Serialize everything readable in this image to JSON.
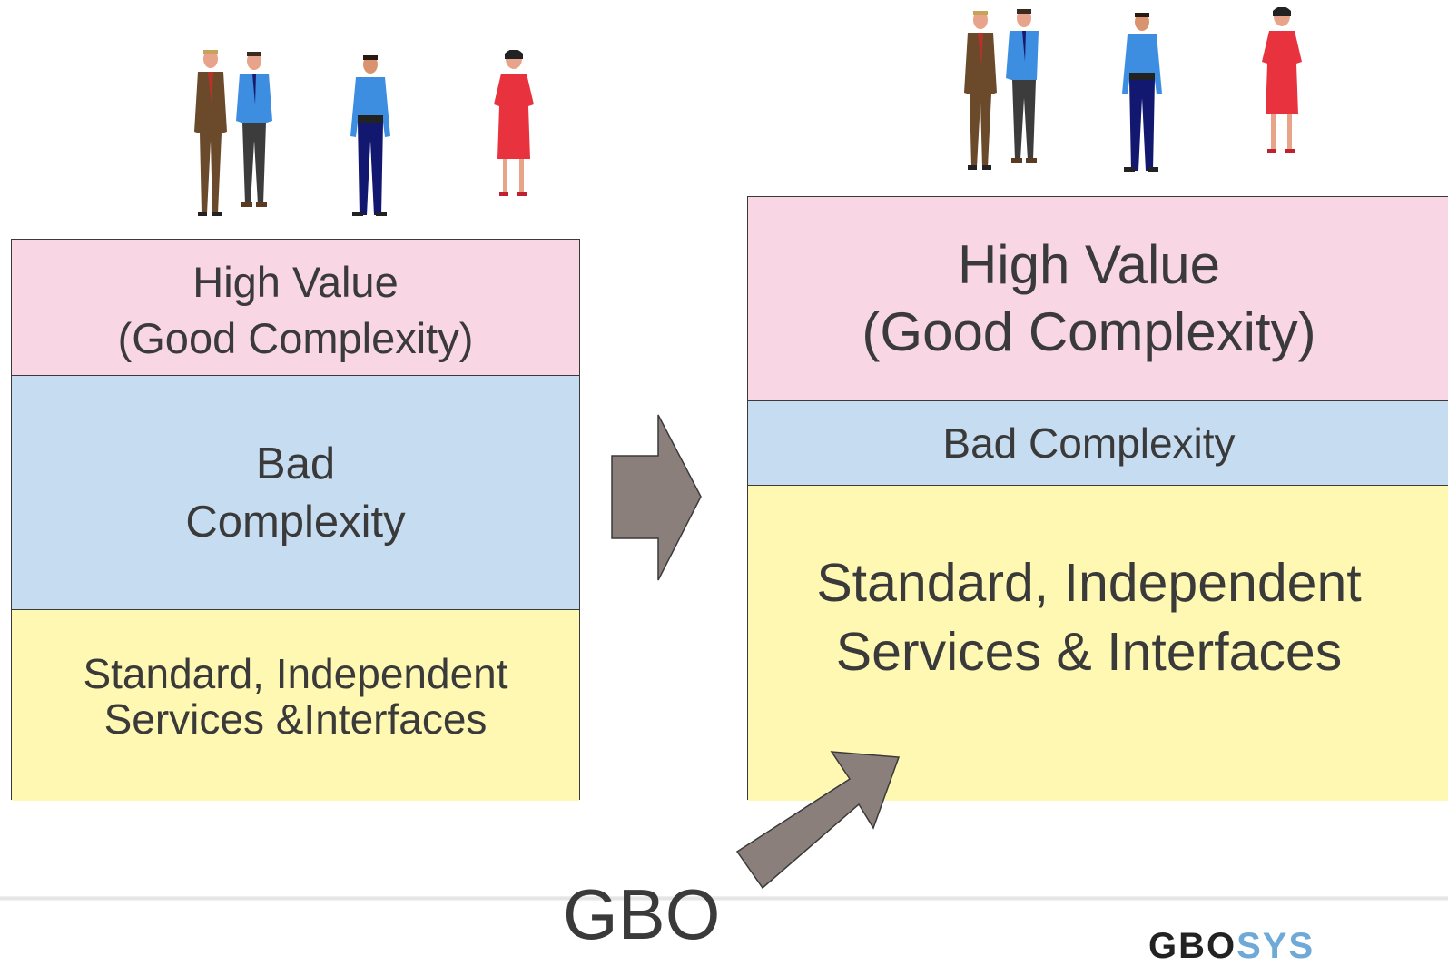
{
  "left_stack": {
    "high_value": {
      "line1": "High Value",
      "line2": "(Good Complexity)"
    },
    "bad_complexity": {
      "line1": "Bad",
      "line2": "Complexity"
    },
    "standard": {
      "line1": "Standard, Independent",
      "line2": "Services &Interfaces"
    }
  },
  "right_stack": {
    "high_value": {
      "line1": "High Value",
      "line2": "(Good Complexity)"
    },
    "bad_complexity": {
      "line1": "Bad Complexity"
    },
    "standard": {
      "line1": "Standard, Independent",
      "line2": "Services & Interfaces"
    }
  },
  "gbo_label": "GBO",
  "footer": {
    "logo_dark": "GBO",
    "logo_accent": "SYS"
  },
  "colors": {
    "high_value_fill": "#f8d6e4",
    "bad_complexity_fill": "#c6dcf1",
    "standard_fill": "#fef8b2",
    "arrow_fill": "#8b7f7b",
    "outline": "#3a3a3a"
  },
  "people": [
    "man-in-brown-suit",
    "man-in-blue-shirt",
    "man-in-navy",
    "woman-in-red-dress"
  ]
}
